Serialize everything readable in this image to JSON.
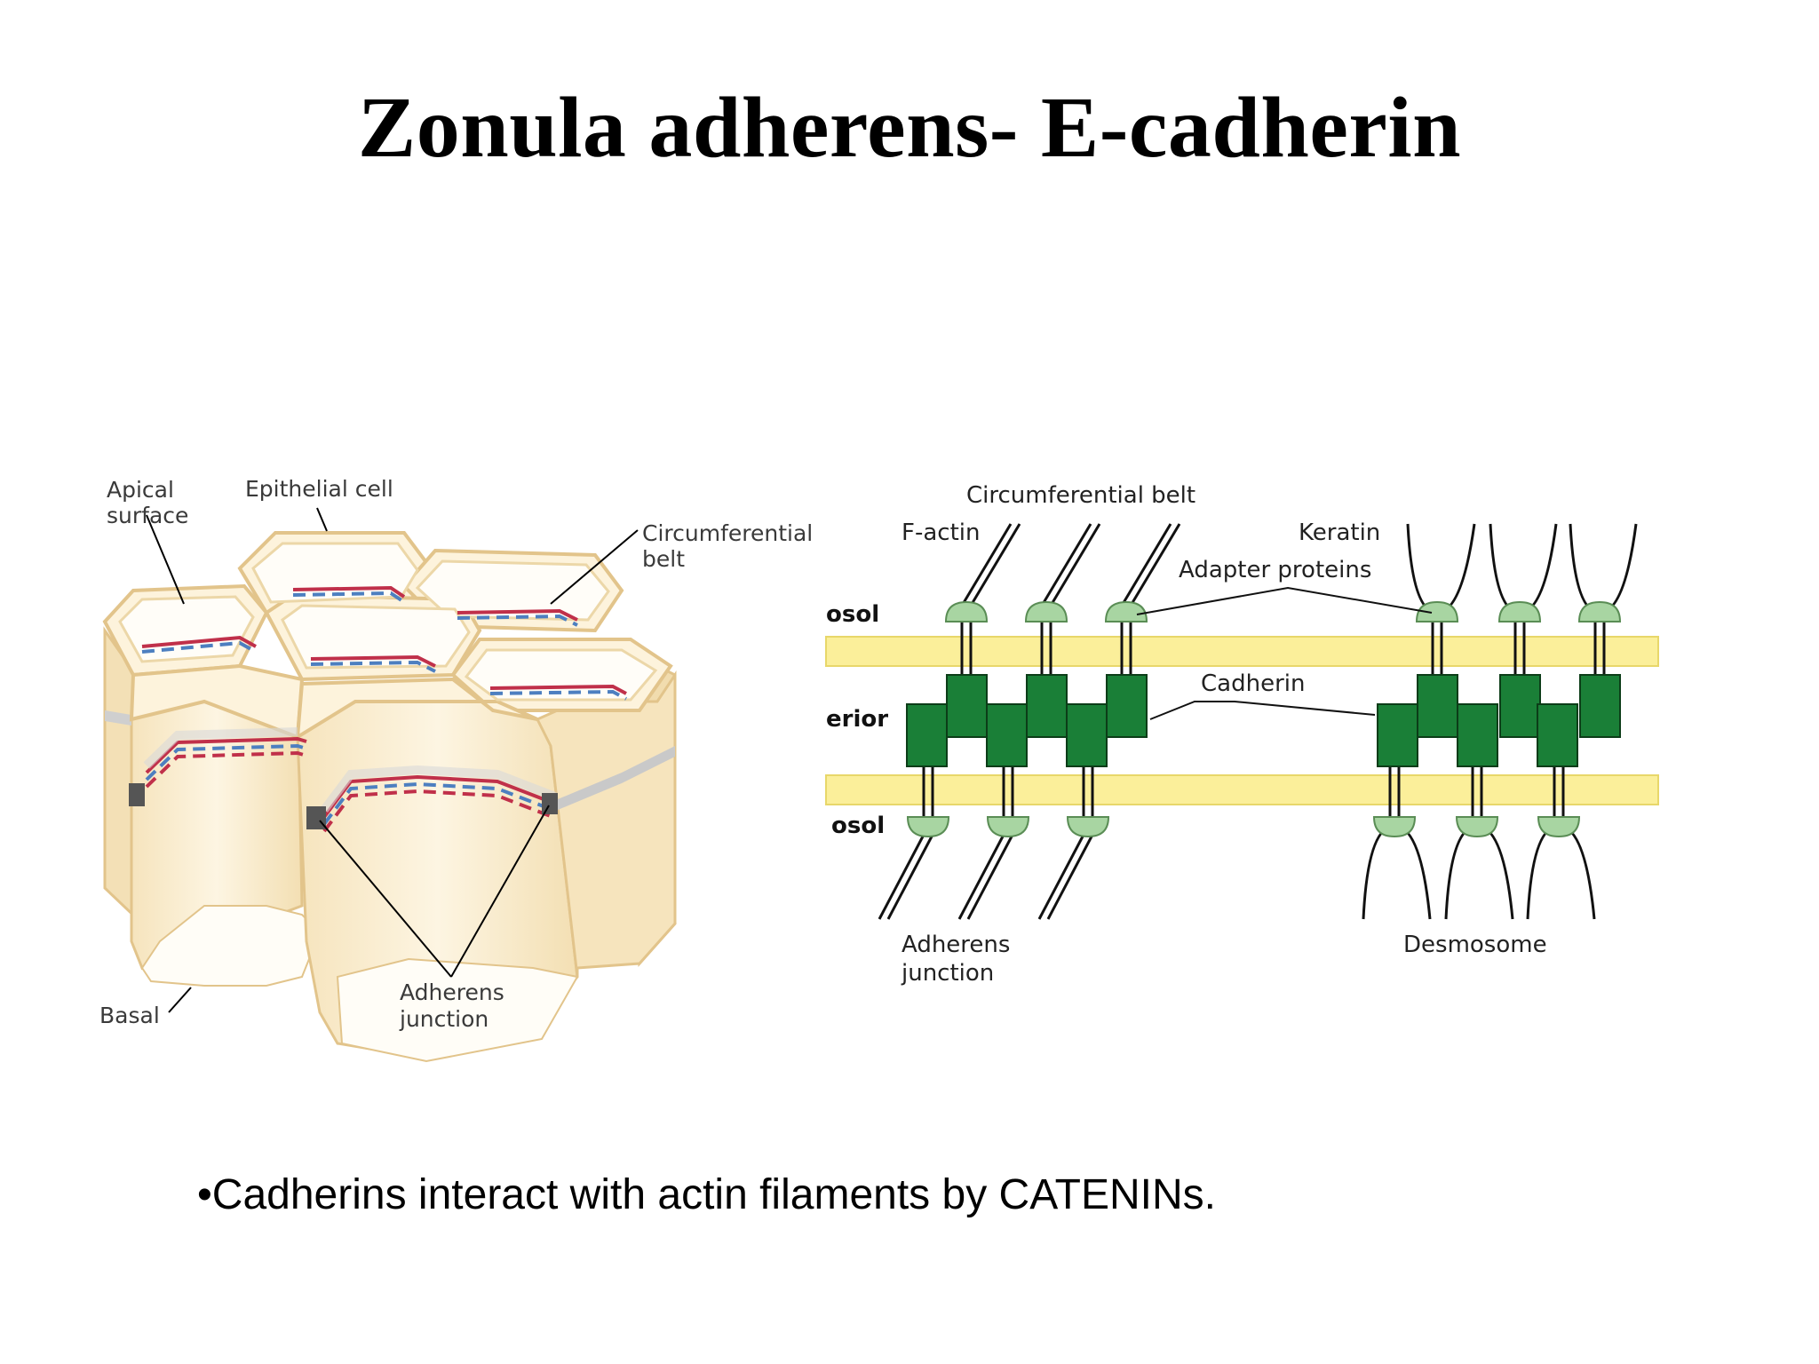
{
  "slide": {
    "title": "Zonula adherens- E-cadherin",
    "bullet": "•Cadherins interact with actin filaments by CATENINs."
  },
  "left_figure": {
    "labels": {
      "apical_1": "Apical",
      "apical_2": "surface",
      "epithelial_cell": "Epithelial cell",
      "circ_belt_1": "Circumferential",
      "circ_belt_2": "belt",
      "basal": "Basal",
      "adherens_1": "Adherens",
      "adherens_2": "junction"
    }
  },
  "right_figure": {
    "labels": {
      "circumferential_belt": "Circumferential belt",
      "f_actin": "F-actin",
      "keratin": "Keratin",
      "adapter_proteins": "Adapter proteins",
      "cytosol_top": "osol",
      "exterior": "erior",
      "cytosol_bottom": "osol",
      "cadherin": "Cadherin",
      "adherens_1": "Adherens",
      "adherens_2": "junction",
      "desmosome": "Desmosome"
    }
  },
  "colors": {
    "membrane": "#fbef9a",
    "cadherin": "#1a7f37",
    "adapter": "#a8d5a2",
    "cell_fill": "#fdf3dc",
    "cell_edge": "#e2c48b",
    "belt_red": "#c0304a",
    "belt_blue": "#4d7fc0"
  }
}
